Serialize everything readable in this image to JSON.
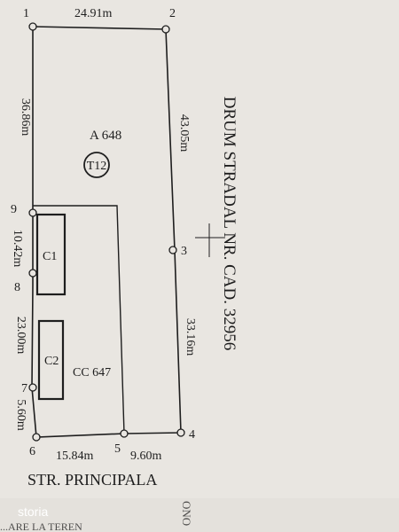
{
  "plan": {
    "points": {
      "p1": "1",
      "p2": "2",
      "p3": "3",
      "p4": "4",
      "p5": "5",
      "p6": "6",
      "p7": "7",
      "p8": "8",
      "p9": "9"
    },
    "distances": {
      "d12": "24.91m",
      "d19": "36.86m",
      "d23": "43.05m",
      "d98": "10.42m",
      "d87": "23.00m",
      "d34": "33.16m",
      "d76": "5.60m",
      "d65": "15.84m",
      "d54": "9.60m"
    },
    "parcel_a": "A 648",
    "parcel_cc": "CC 647",
    "terrain_code": "T12",
    "building_c1": "C1",
    "building_c2": "C2",
    "road_east": "DRUM STRADAL NR. CAD. 32956",
    "road_south": "STR. PRINCIPALA",
    "bottom_fragment": "...ARE LA TEREN",
    "edge_fragment": "ONO"
  },
  "watermark": {
    "text": "storia"
  },
  "colors": {
    "ink": "#1e1e1e",
    "paper": "#e9e6e1",
    "watermark": "#ffffff"
  }
}
